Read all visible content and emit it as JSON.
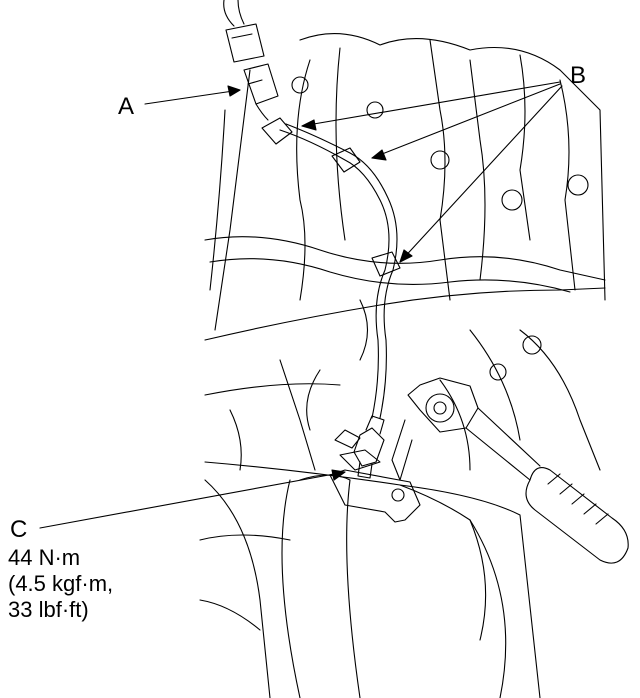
{
  "callouts": {
    "a": "A",
    "b": "B",
    "c": "C"
  },
  "torque_spec": {
    "line1": "44 N·m",
    "line2": "(4.5 kgf·m,",
    "line3": "33 lbf·ft)"
  },
  "colors": {
    "line": "#000000",
    "background": "#ffffff"
  }
}
